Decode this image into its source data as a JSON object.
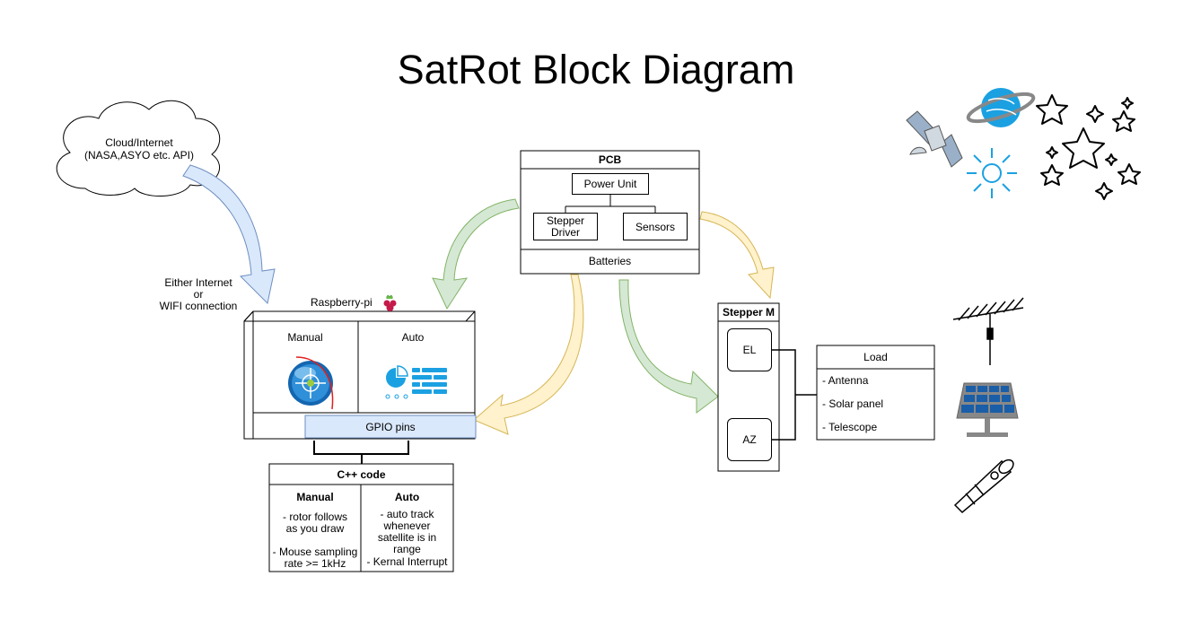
{
  "title": "SatRot Block Diagram",
  "cloud": {
    "line1": "Cloud/Internet",
    "line2": "(NASA,ASYO etc. API)"
  },
  "connection_label": {
    "line1": "Either Internet",
    "line2": "or",
    "line3": "WIFI connection"
  },
  "raspberry": {
    "label": "Raspberry-pi",
    "manual": "Manual",
    "auto": "Auto",
    "gpio": "GPIO pins"
  },
  "cpp": {
    "title": "C++ code",
    "manual_header": "Manual",
    "auto_header": "Auto",
    "manual_lines": [
      "- rotor follows",
      "as you draw",
      "",
      "- Mouse sampling",
      "rate >= 1kHz"
    ],
    "auto_lines": [
      "- auto track",
      "whenever",
      "satellite is in",
      "range",
      "- Kernal Interrupt"
    ]
  },
  "pcb": {
    "title": "PCB",
    "power_unit": "Power Unit",
    "stepper_driver_1": "Stepper",
    "stepper_driver_2": "Driver",
    "sensors": "Sensors",
    "batteries": "Batteries"
  },
  "stepper": {
    "title": "Stepper M",
    "el": "EL",
    "az": "AZ"
  },
  "load": {
    "title": "Load",
    "items": [
      "- Antenna",
      "- Solar panel",
      "- Telescope"
    ]
  },
  "colors": {
    "blue_arrow": "#dae8fc",
    "blue_arrow_stroke": "#6c8ebf",
    "green_arrow": "#d5e8d4",
    "green_arrow_stroke": "#82b366",
    "yellow_arrow": "#fff2cc",
    "yellow_arrow_stroke": "#d6b656",
    "gpio_fill": "#dae8fc",
    "icon_blue": "#1ba1e2"
  }
}
